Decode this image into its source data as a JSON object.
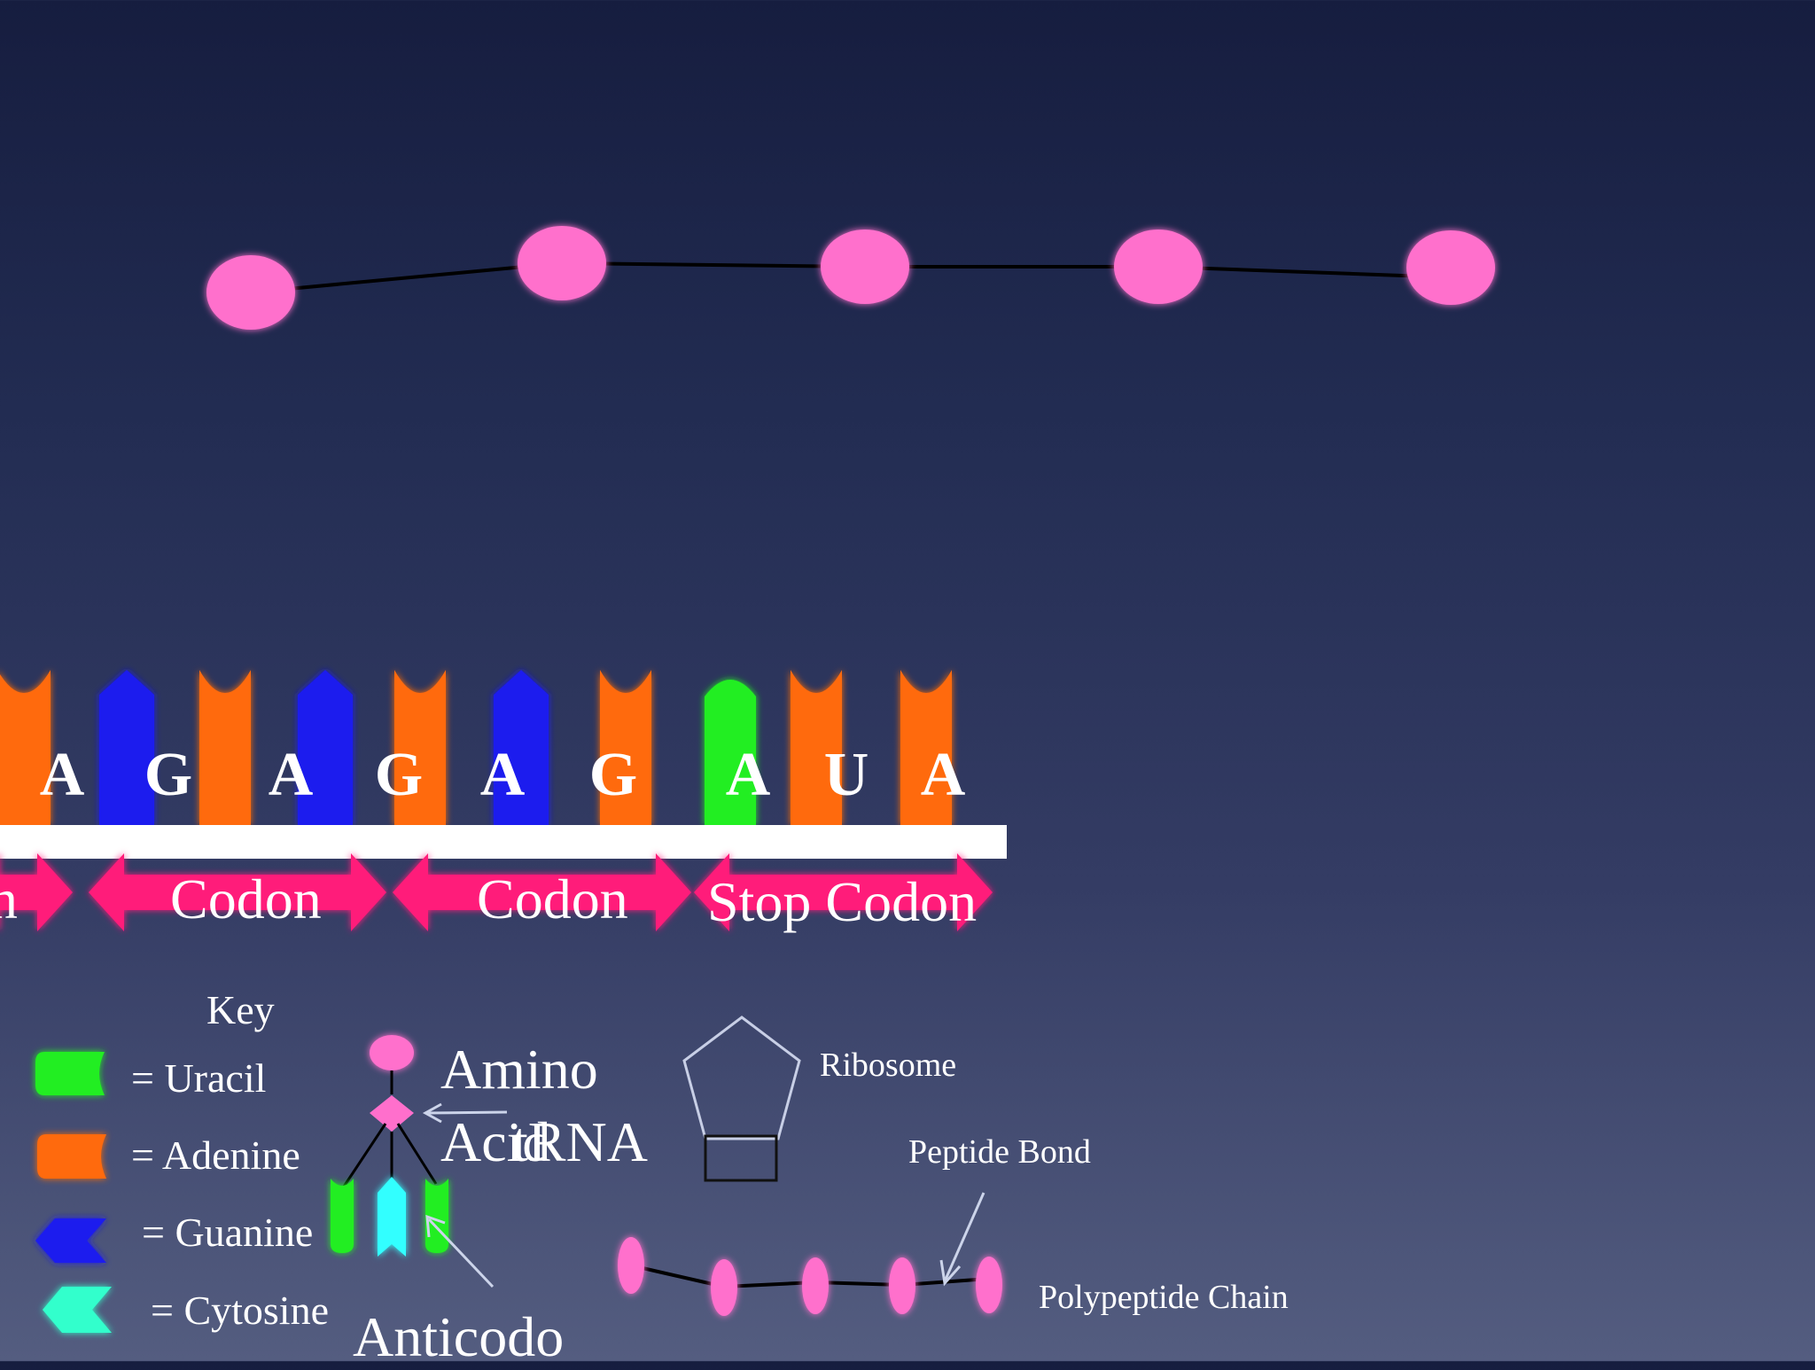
{
  "colors": {
    "bead": "#ff6fcc",
    "uracil": "#22ee22",
    "adenine": "#ff6a10",
    "guanine": "#1a1aee",
    "cytosine": "#33ffcc",
    "codon_arrow": "#ff1a7a",
    "strand": "#ffffff"
  },
  "bases": [
    {
      "type": "adenine",
      "letter": ""
    },
    {
      "type": "guanine",
      "letter": "A"
    },
    {
      "type": "adenine",
      "letter": "G"
    },
    {
      "type": "guanine",
      "letter": "A"
    },
    {
      "type": "adenine",
      "letter": "G"
    },
    {
      "type": "guanine",
      "letter": "A"
    },
    {
      "type": "adenine",
      "letter": "G"
    },
    {
      "type": "uracil",
      "letter": "A"
    },
    {
      "type": "adenine",
      "letter": "U"
    },
    {
      "type": "adenine",
      "letter": "A"
    }
  ],
  "codons": [
    {
      "label": "n"
    },
    {
      "label": "Codon"
    },
    {
      "label": "Codon"
    },
    {
      "label": "Stop Codon"
    }
  ],
  "key": {
    "title": "Key",
    "items": [
      {
        "icon": "uracil",
        "label": "= Uracil"
      },
      {
        "icon": "adenine",
        "label": "= Adenine"
      },
      {
        "icon": "guanine",
        "label": "= Guanine"
      },
      {
        "icon": "cytosine",
        "label": "= Cytosine"
      }
    ]
  },
  "labels": {
    "amino_acid_line1": "Amino",
    "amino_acid_line2": "Acid",
    "trna": "tRNA",
    "anticodon": "Anticodo",
    "ribosome": "Ribosome",
    "peptide_bond": "Peptide Bond",
    "polypeptide_chain": "Polypeptide Chain"
  }
}
